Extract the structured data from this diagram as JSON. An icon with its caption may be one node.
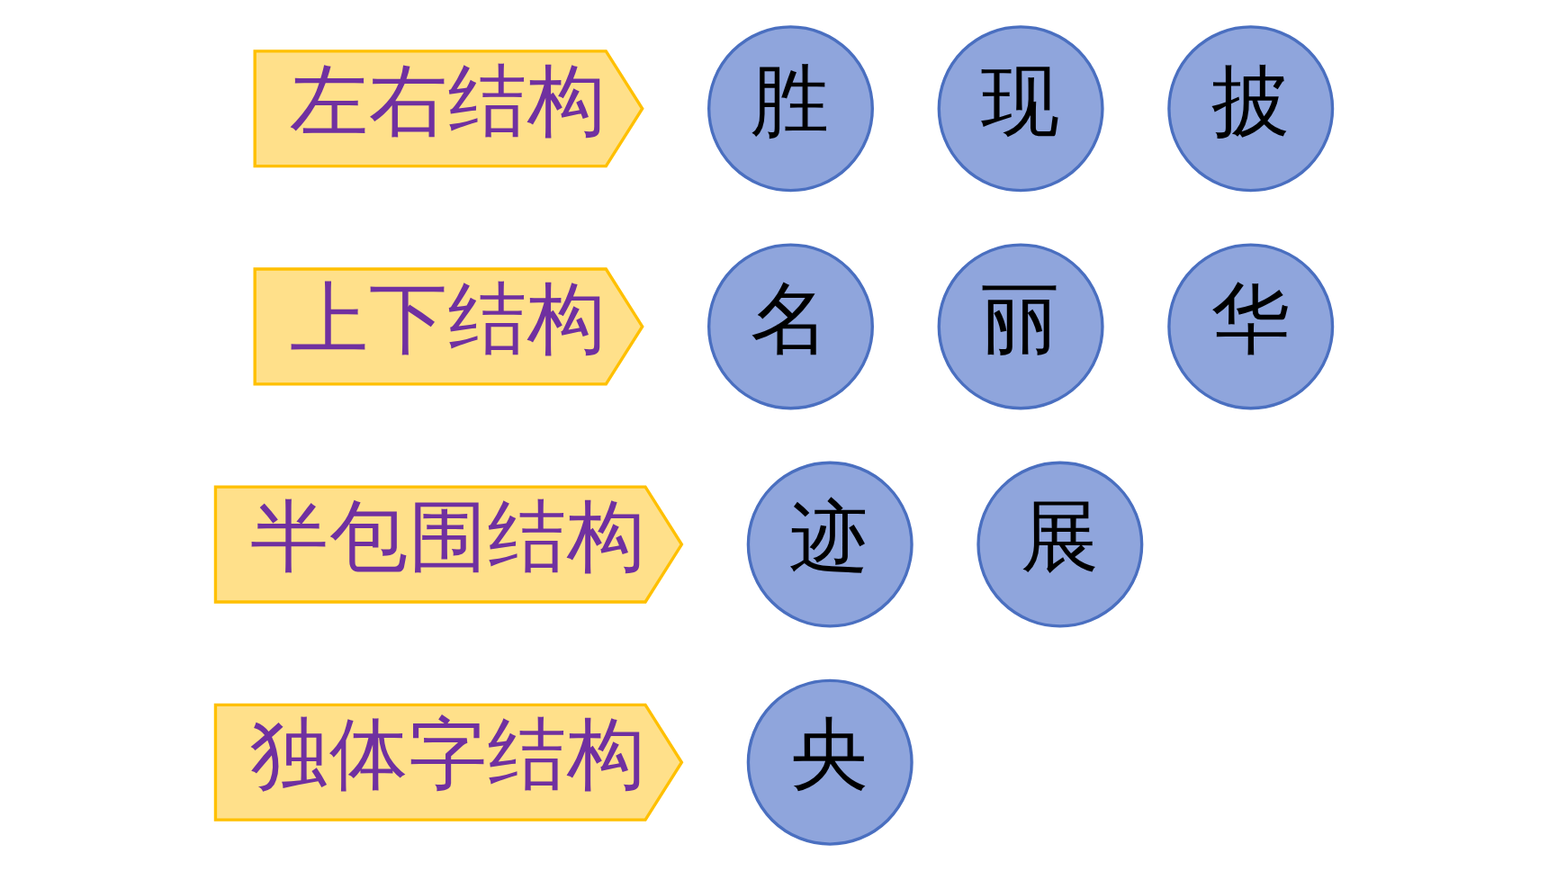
{
  "diagram": {
    "nodes": [
      {
        "text": [
          "左右结构"
        ]
      },
      {
        "text": [
          "胜"
        ]
      },
      {
        "text": [
          "现"
        ]
      },
      {
        "text": [
          "披"
        ]
      },
      {
        "text": [
          "上下结构"
        ]
      },
      {
        "text": [
          "名"
        ]
      },
      {
        "text": [
          "丽"
        ]
      },
      {
        "text": [
          "华"
        ]
      },
      {
        "text": [
          "半包围结构"
        ]
      },
      {
        "text": [
          "迹"
        ]
      },
      {
        "text": [
          "展"
        ]
      },
      {
        "text": [
          "独体字结构"
        ]
      },
      {
        "text": [
          "央"
        ]
      }
    ]
  }
}
